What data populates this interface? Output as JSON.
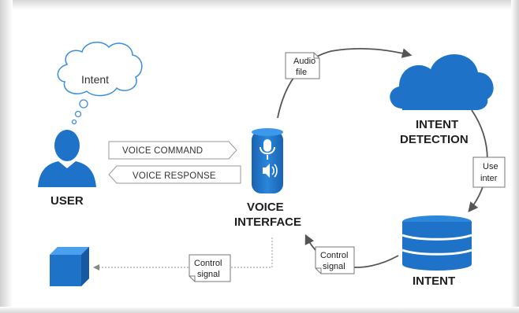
{
  "diagram": {
    "thought_bubble": "Intent",
    "user_label": "USER",
    "voice_command": "VOICE COMMAND",
    "voice_response": "VOICE RESPONSE",
    "voice_interface": [
      "VOICE",
      "INTERFACE"
    ],
    "audio_file_note": [
      "Audio",
      "file"
    ],
    "intent_detection": [
      "INTENT",
      "DETECTION"
    ],
    "user_intent_note": [
      "Use",
      "inter"
    ],
    "intent_label": "INTENT",
    "control_signal_right": [
      "Control",
      "signal"
    ],
    "control_signal_left": [
      "Control",
      "signal"
    ]
  },
  "colors": {
    "primary_blue": "#1e73c8",
    "text_dark": "#1f1f1f",
    "arrow_gray": "#555555"
  }
}
